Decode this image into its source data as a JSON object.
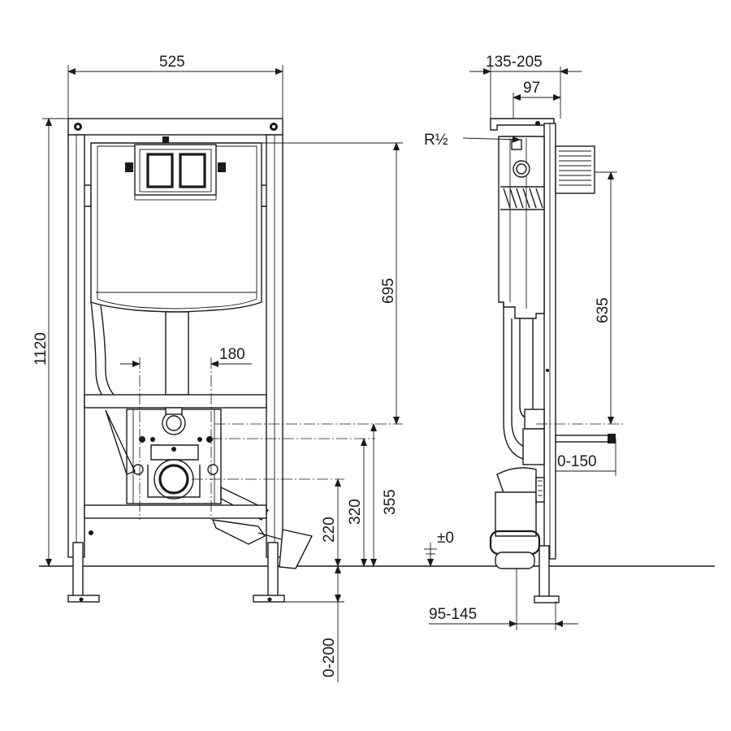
{
  "dimensions": {
    "width_total": "525",
    "height_total": "1120",
    "flush_plate_height": "695",
    "drain_center_distance": "180",
    "water_inlet_height": "355",
    "drain_height": "320",
    "connector_height": "220",
    "foot_adjustment": "0-200",
    "depth_range": "135-205",
    "depth_fixed": "97",
    "thread_size": "R½",
    "side_height": "635",
    "bolt_projection": "0-150",
    "floor_level": "±0",
    "wall_offset": "95-145"
  },
  "colors": {
    "line": "#1a1a1a",
    "background": "#ffffff"
  }
}
